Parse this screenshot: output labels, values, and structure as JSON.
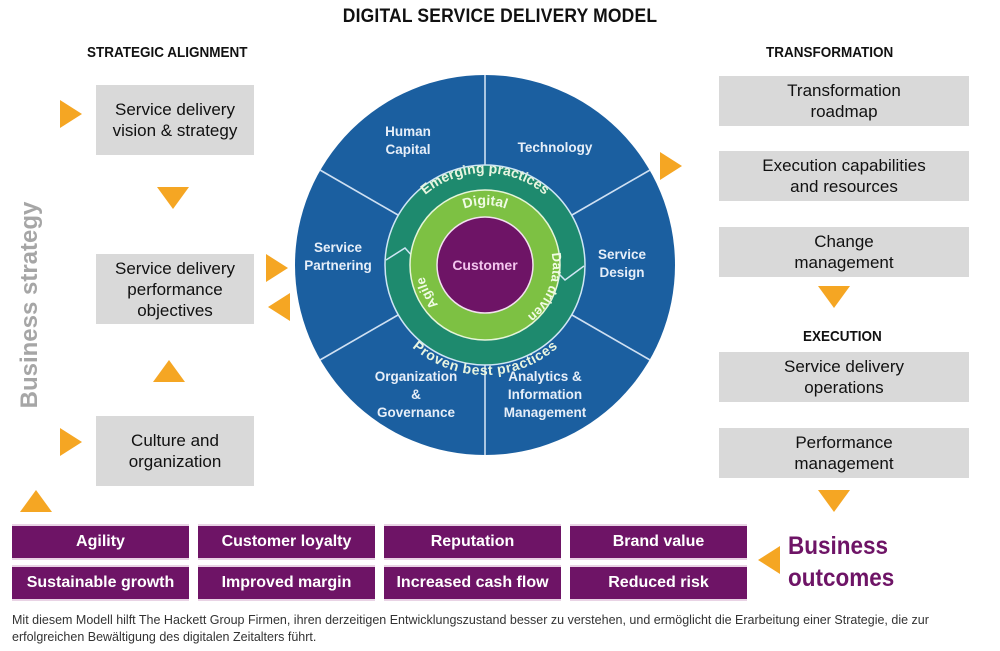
{
  "title": "DIGITAL SERVICE DELIVERY MODEL",
  "left": {
    "heading": "STRATEGIC ALIGNMENT",
    "vertical_label": "Business strategy",
    "boxes": [
      {
        "line1": "Service delivery",
        "line2": "vision & strategy"
      },
      {
        "line1": "Service delivery",
        "line2": "performance",
        "line3": "objectives"
      },
      {
        "line1": "Culture and",
        "line2": "organization"
      }
    ]
  },
  "wheel": {
    "segments": [
      {
        "line1": "Human",
        "line2": "Capital"
      },
      {
        "line1": "Technology"
      },
      {
        "line1": "Service",
        "line2": "Design"
      },
      {
        "line1": "Analytics &",
        "line2": "Information",
        "line3": "Management"
      },
      {
        "line1": "Organization",
        "line2": "&",
        "line3": "Governance"
      },
      {
        "line1": "Service",
        "line2": "Partnering"
      }
    ],
    "outer_ring_top": "Emerging practices",
    "outer_ring_bottom": "Proven best practices",
    "inner_ring_top": "Digital",
    "inner_ring_left": "Agile",
    "inner_ring_right": "Data driven",
    "center": "Customer",
    "colors": {
      "wheel_blue": "#1b5fa0",
      "ring_teal": "#1e8a6e",
      "ring_green": "#7dc143",
      "center_purple": "#6e1466",
      "center_text": "#f3c6ee"
    }
  },
  "right": {
    "transformation_heading": "TRANSFORMATION",
    "transformation_boxes": [
      {
        "line1": "Transformation",
        "line2": "roadmap"
      },
      {
        "line1": "Execution capabilities",
        "line2": "and resources"
      },
      {
        "line1": "Change",
        "line2": "management"
      }
    ],
    "execution_heading": "EXECUTION",
    "execution_boxes": [
      {
        "line1": "Service delivery",
        "line2": "operations"
      },
      {
        "line1": "Performance",
        "line2": "management"
      }
    ]
  },
  "outcomes": {
    "items": [
      "Agility",
      "Customer loyalty",
      "Reputation",
      "Brand value",
      "Sustainable growth",
      "Improved margin",
      "Increased cash flow",
      "Reduced risk"
    ],
    "label_line1": "Business",
    "label_line2": "outcomes"
  },
  "colors": {
    "arrow": "#f5a623",
    "box_gray": "#d9d9d9",
    "outcome_purple": "#6e1466"
  },
  "caption": "Mit diesem Modell hilft The Hackett Group Firmen, ihren derzeitigen Entwicklungszustand besser zu verstehen, und ermöglicht die Erarbeitung einer Strategie, die zur erfolgreichen Bewältigung des digitalen Zeitalters führt."
}
